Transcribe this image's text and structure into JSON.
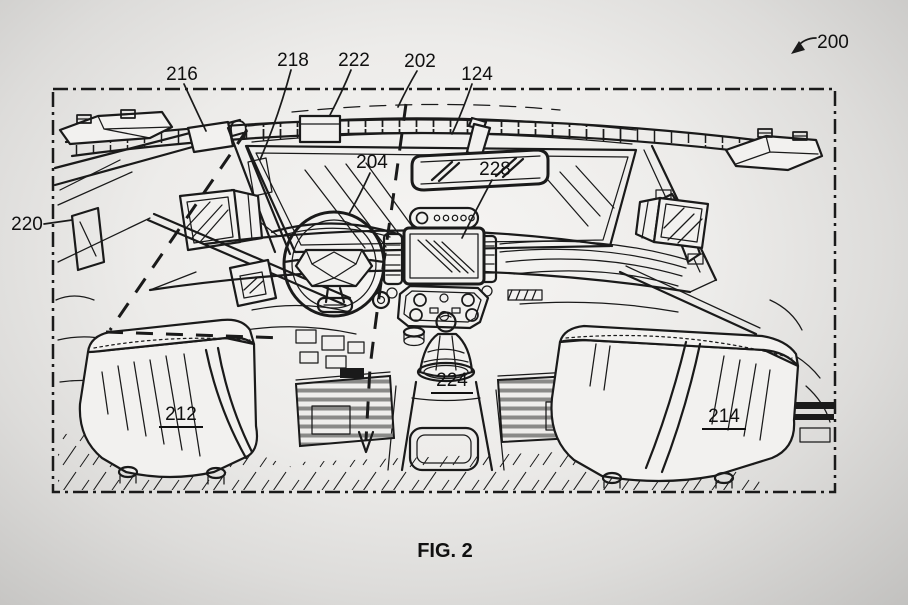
{
  "figure": {
    "caption": "FIG. 2",
    "refs": {
      "r200": "200",
      "r216": "216",
      "r218": "218",
      "r222": "222",
      "r202": "202",
      "r124": "124",
      "r220": "220",
      "r204": "204",
      "r228": "228",
      "r212": "212",
      "r214": "214",
      "r224": "224"
    },
    "style": {
      "line_color": "#1a1a1a",
      "background_center": "#f6f5f3",
      "background_corner": "#c2c1bf",
      "paper": "#f2f1ef",
      "bench_stripe_gray": "#8a8a88"
    }
  }
}
